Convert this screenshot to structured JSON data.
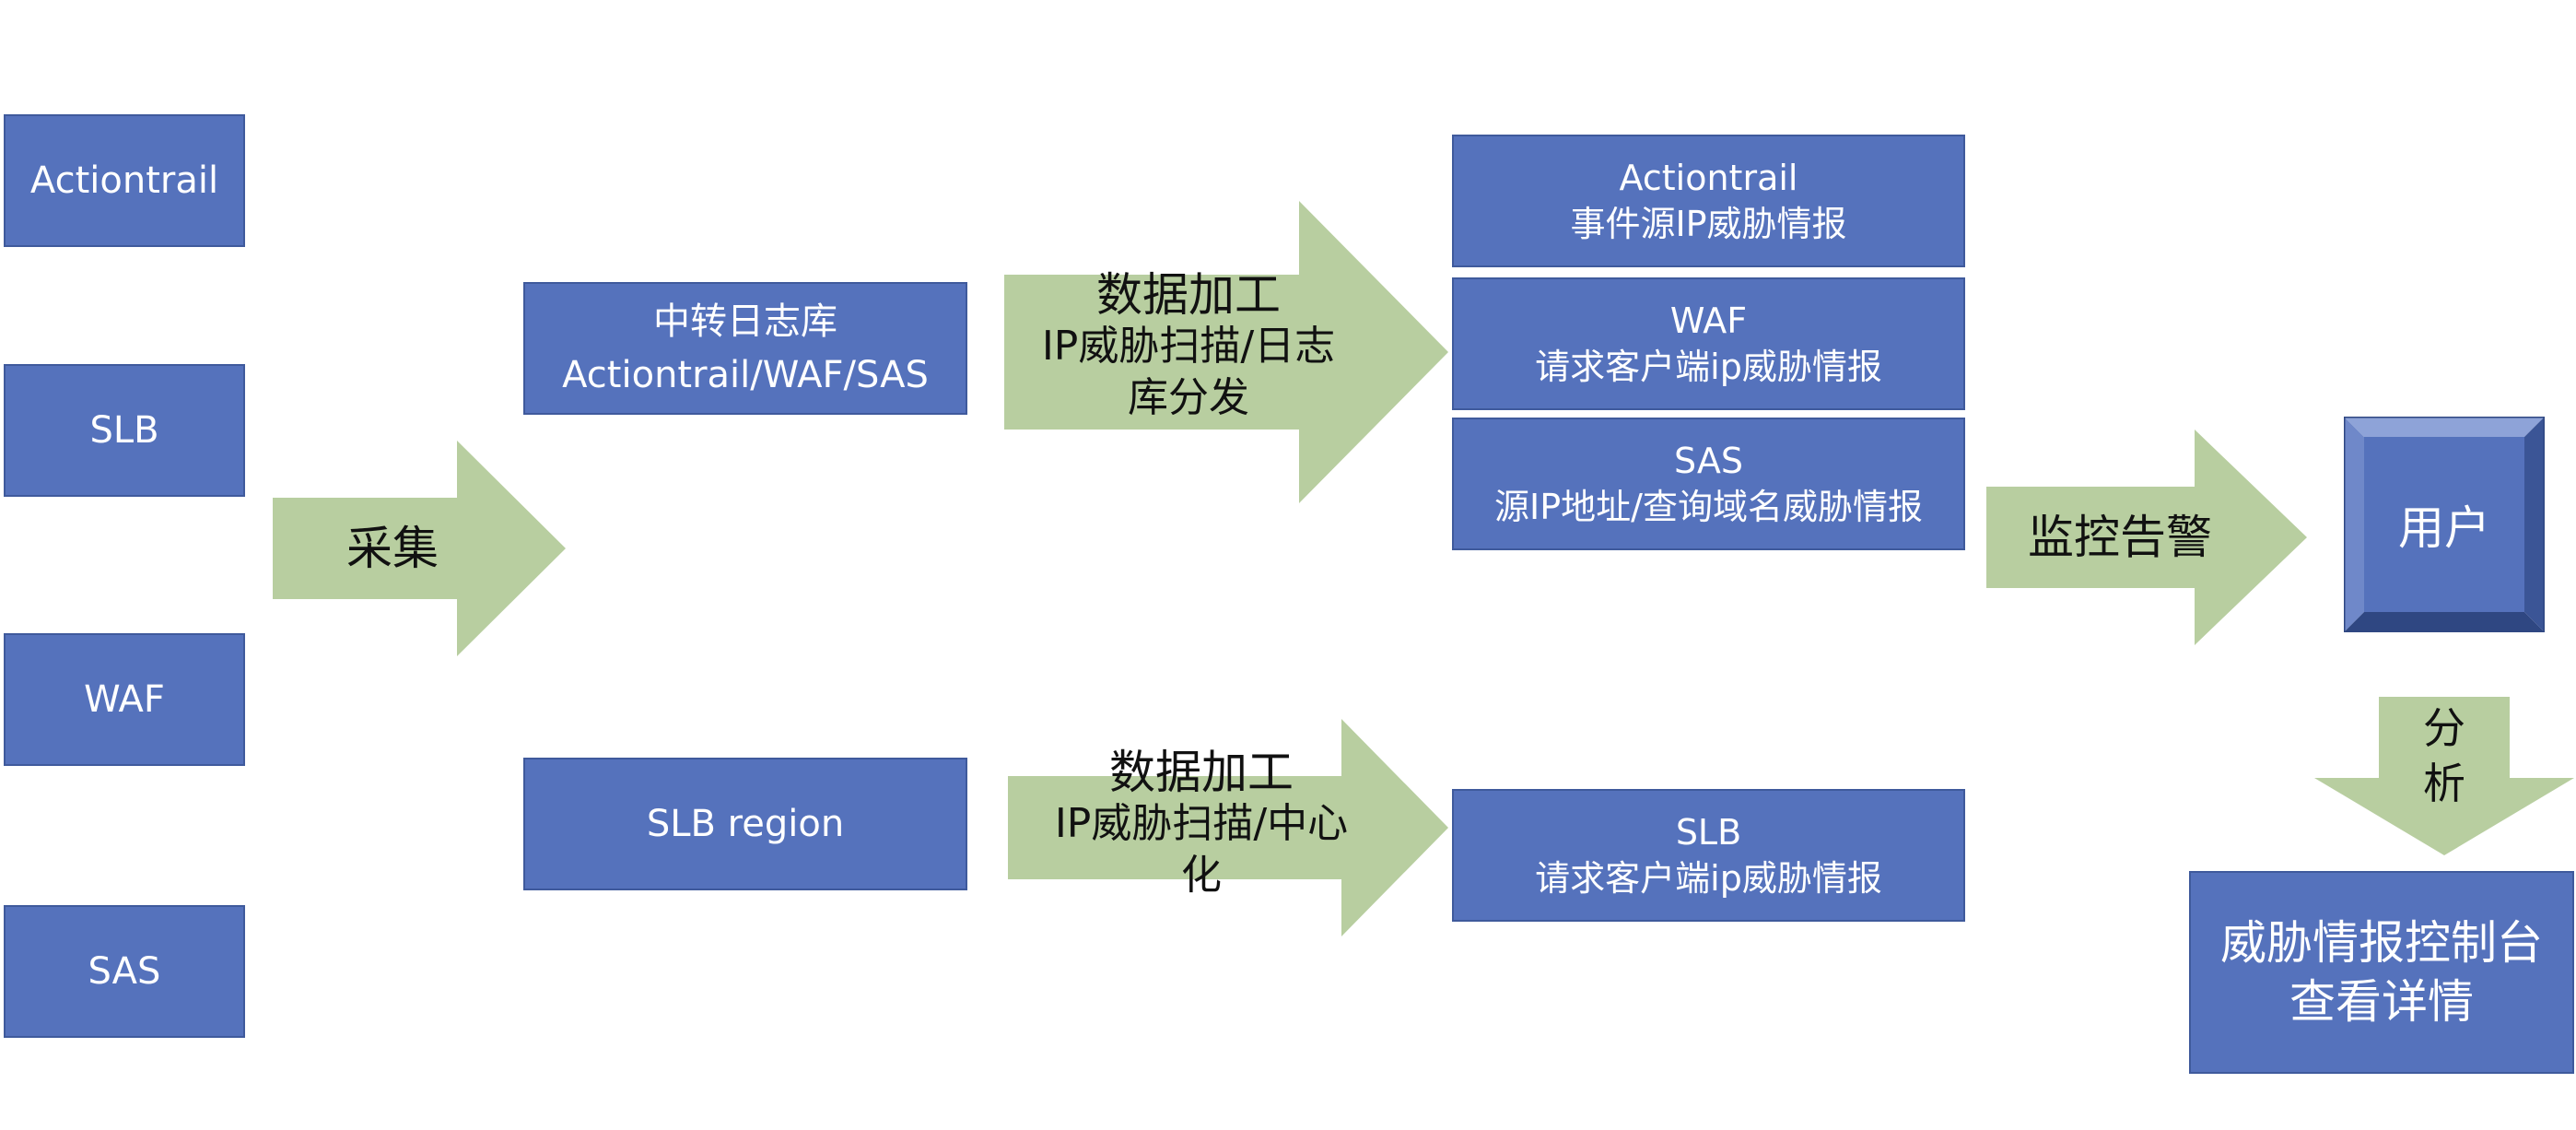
{
  "sources": [
    {
      "label": "Actiontrail"
    },
    {
      "label": "SLB"
    },
    {
      "label": "WAF"
    },
    {
      "label": "SAS"
    }
  ],
  "collect_arrow": {
    "label": "采集"
  },
  "relay_box": {
    "line1": "中转日志库",
    "line2": "Actiontrail/WAF/SAS"
  },
  "slb_region_box": {
    "label": "SLB region"
  },
  "process_arrow_top": {
    "line1": "数据加工",
    "line2": "IP威胁扫描/日志",
    "line3": "库分发"
  },
  "process_arrow_bottom": {
    "line1": "数据加工",
    "line2": "IP威胁扫描/中心",
    "line3": "化"
  },
  "outputs": [
    {
      "line1": "Actiontrail",
      "line2": "事件源IP威胁情报"
    },
    {
      "line1": "WAF",
      "line2": "请求客户端ip威胁情报"
    },
    {
      "line1": "SAS",
      "line2": "源IP地址/查询域名威胁情报"
    },
    {
      "line1": "SLB",
      "line2": "请求客户端ip威胁情报"
    }
  ],
  "monitor_arrow": {
    "label": "监控告警"
  },
  "user_box": {
    "label": "用户"
  },
  "analyze_arrow": {
    "line1": "分",
    "line2": "析"
  },
  "console_box": {
    "line1": "威胁情报控制台",
    "line2": "查看详情"
  },
  "colors": {
    "box_fill": "#5572bc",
    "box_border": "#3f5a9c",
    "arrow_fill": "#b8cea0",
    "text_on_box": "#ffffff"
  }
}
